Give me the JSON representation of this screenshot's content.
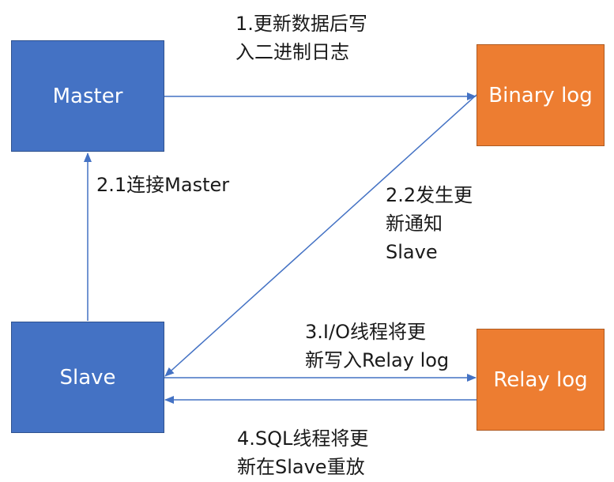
{
  "nodes": {
    "master": "Master",
    "slave": "Slave",
    "binary_log": "Binary log",
    "relay_log": "Relay log"
  },
  "edges": {
    "step1": "1.更新数据后写\n入二进制日志",
    "step2_1": "2.1连接Master",
    "step2_2": "2.2发生更\n新通知\nSlave",
    "step3": "3.I/O线程将更\n新写入Relay log",
    "step4": "4.SQL线程将更\n新在Slave重放"
  },
  "colors": {
    "master_slave_fill": "#4472c4",
    "log_fill": "#ed7d31",
    "arrow": "#4472c4"
  }
}
